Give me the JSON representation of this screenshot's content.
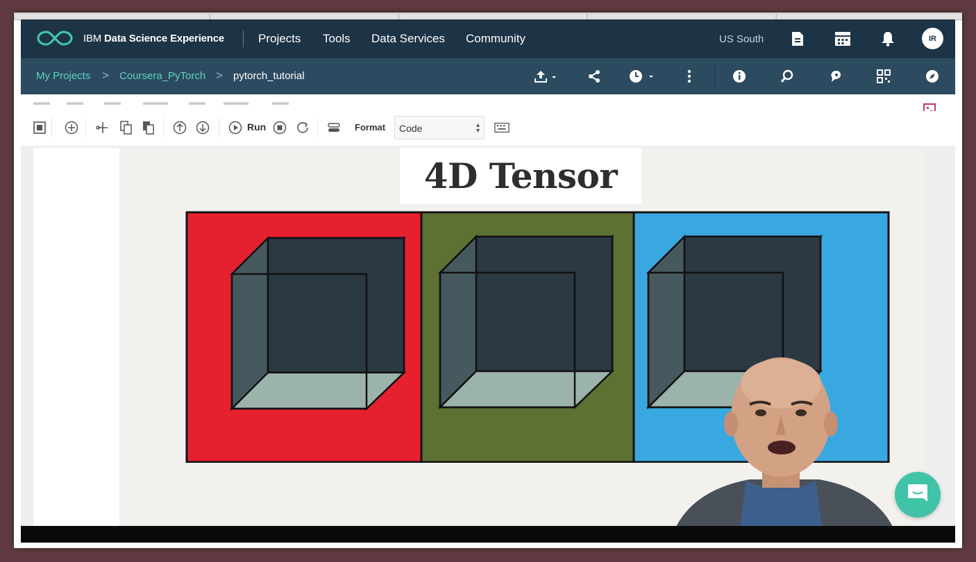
{
  "app": {
    "brand_prefix": "IBM",
    "brand_name": "Data Science Experience"
  },
  "nav": {
    "items": [
      {
        "label": "Projects"
      },
      {
        "label": "Tools"
      },
      {
        "label": "Data Services"
      },
      {
        "label": "Community"
      }
    ],
    "region": "US South",
    "avatar_initials": "IR"
  },
  "breadcrumb": {
    "items": [
      {
        "label": "My Projects"
      },
      {
        "label": "Coursera_PyTorch"
      },
      {
        "label": "pytorch_tutorial"
      }
    ],
    "separator": ">"
  },
  "toolbar": {
    "run_label": "Run",
    "format_label": "Format",
    "cell_type_value": "Code"
  },
  "slide": {
    "title": "4D Tensor"
  },
  "colors": {
    "topbar": "#1d3346",
    "subbar": "#2c4a60",
    "accent_link": "#5fd3c5",
    "panel_red": "#e6202f",
    "panel_green": "#5e7032",
    "panel_blue": "#3aa8e0",
    "chat": "#41c3a8"
  },
  "icons": {
    "logo": "infinity-logo-icon",
    "top_right": [
      "document-icon",
      "calendar-grid-icon",
      "bell-icon"
    ],
    "subbar": [
      "upload-icon",
      "share-icon",
      "clock-icon",
      "more-vertical-icon",
      "info-icon",
      "search-refresh-icon",
      "palette-icon",
      "qr-code-icon",
      "compass-icon"
    ],
    "chat": "chat-icon"
  }
}
